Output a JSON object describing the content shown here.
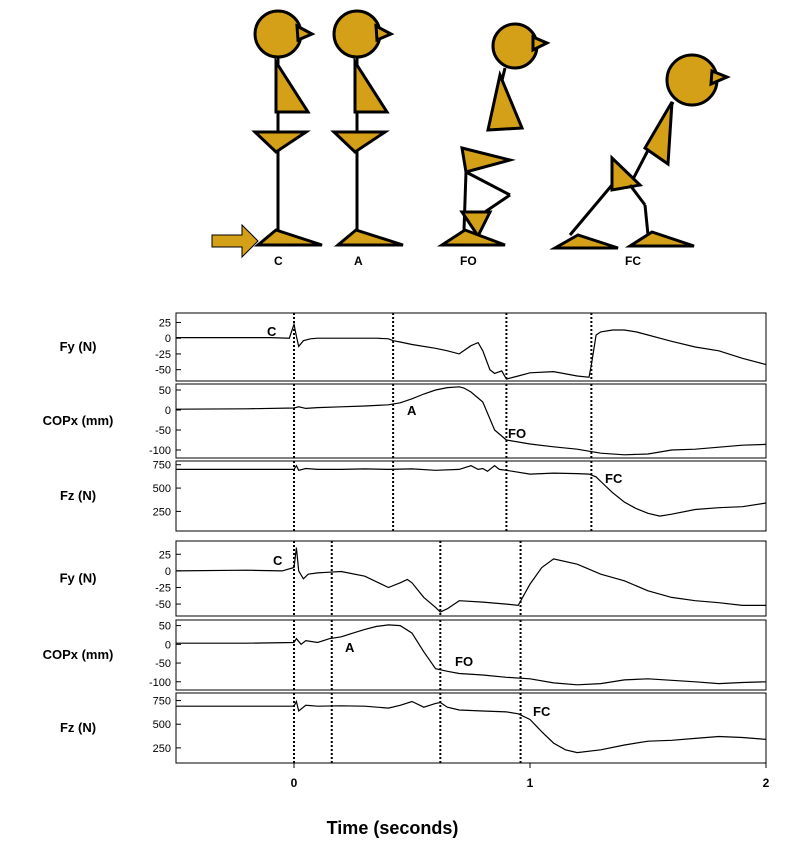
{
  "figure_labels": [
    "C",
    "A",
    "FO",
    "FC"
  ],
  "colors": {
    "figure_fill": "#d4a017",
    "line": "#000000"
  },
  "chart_data": [
    {
      "type": "line",
      "panel": "trial-1-fy",
      "ylabel": "Fy (N)",
      "yticks": [
        25,
        0,
        -25,
        -50
      ],
      "ylim": [
        -68,
        40
      ],
      "xlim": [
        -0.5,
        2.0
      ],
      "x": [
        -0.5,
        -0.3,
        -0.1,
        -0.02,
        0,
        0.01,
        0.02,
        0.04,
        0.07,
        0.1,
        0.2,
        0.3,
        0.35,
        0.4,
        0.42,
        0.45,
        0.5,
        0.6,
        0.65,
        0.7,
        0.75,
        0.78,
        0.8,
        0.83,
        0.85,
        0.88,
        0.9,
        0.95,
        1.0,
        1.1,
        1.2,
        1.25,
        1.26,
        1.28,
        1.3,
        1.35,
        1.4,
        1.45,
        1.5,
        1.55,
        1.6,
        1.7,
        1.8,
        1.9,
        2.0
      ],
      "y": [
        1,
        1,
        1,
        0,
        22,
        3,
        -13,
        -4,
        -1,
        0,
        0,
        0,
        0,
        -1,
        -4,
        -6,
        -10,
        -16,
        -20,
        -25,
        -12,
        -7,
        -20,
        -50,
        -56,
        -52,
        -65,
        -60,
        -55,
        -53,
        -60,
        -62,
        -42,
        5,
        10,
        13,
        13,
        10,
        5,
        0,
        -5,
        -14,
        -20,
        -32,
        -42
      ],
      "events": [
        {
          "label": "C",
          "x": 0.0
        },
        {
          "label": "A",
          "x": 0.42
        },
        {
          "label": "FO",
          "x": 0.9
        },
        {
          "label": "FC",
          "x": 1.26
        }
      ]
    },
    {
      "type": "line",
      "panel": "trial-1-copx",
      "ylabel": "COPx (mm)",
      "yticks": [
        50,
        0,
        -50,
        -100
      ],
      "ylim": [
        -120,
        65
      ],
      "xlim": [
        -0.5,
        2.0
      ],
      "x": [
        -0.5,
        -0.2,
        0,
        0.02,
        0.05,
        0.1,
        0.2,
        0.3,
        0.4,
        0.45,
        0.5,
        0.55,
        0.6,
        0.65,
        0.7,
        0.72,
        0.75,
        0.8,
        0.85,
        0.9,
        1.0,
        1.1,
        1.2,
        1.3,
        1.4,
        1.5,
        1.6,
        1.7,
        1.8,
        1.9,
        2.0
      ],
      "y": [
        2,
        3,
        5,
        8,
        4,
        6,
        8,
        10,
        13,
        18,
        28,
        40,
        50,
        56,
        58,
        55,
        45,
        20,
        -50,
        -75,
        -85,
        -92,
        -98,
        -108,
        -112,
        -110,
        -100,
        -98,
        -93,
        -88,
        -86
      ]
    },
    {
      "type": "line",
      "panel": "trial-1-fz",
      "ylabel": "Fz (N)",
      "yticks": [
        750,
        500,
        250
      ],
      "ylim": [
        40,
        790
      ],
      "xlim": [
        -0.5,
        2.0
      ],
      "x": [
        -0.5,
        -0.2,
        0,
        0.01,
        0.02,
        0.05,
        0.1,
        0.2,
        0.3,
        0.4,
        0.5,
        0.6,
        0.7,
        0.75,
        0.78,
        0.8,
        0.82,
        0.85,
        0.87,
        0.9,
        1.0,
        1.1,
        1.2,
        1.25,
        1.28,
        1.3,
        1.35,
        1.4,
        1.45,
        1.5,
        1.55,
        1.6,
        1.7,
        1.8,
        1.9,
        2.0
      ],
      "y": [
        700,
        700,
        700,
        740,
        690,
        710,
        700,
        700,
        705,
        700,
        705,
        690,
        700,
        740,
        700,
        710,
        680,
        740,
        700,
        690,
        650,
        660,
        655,
        650,
        620,
        570,
        450,
        350,
        280,
        230,
        200,
        220,
        270,
        290,
        300,
        340
      ]
    },
    {
      "type": "line",
      "panel": "trial-2-fy",
      "ylabel": "Fy (N)",
      "yticks": [
        25,
        0,
        -25,
        -50
      ],
      "ylim": [
        -68,
        45
      ],
      "xlim": [
        -0.5,
        2.0
      ],
      "x": [
        -0.5,
        -0.2,
        -0.05,
        0,
        0.01,
        0.02,
        0.04,
        0.06,
        0.1,
        0.15,
        0.2,
        0.3,
        0.4,
        0.45,
        0.48,
        0.5,
        0.55,
        0.6,
        0.62,
        0.65,
        0.7,
        0.8,
        0.9,
        0.95,
        1.0,
        1.05,
        1.1,
        1.2,
        1.3,
        1.4,
        1.5,
        1.6,
        1.7,
        1.8,
        1.9,
        2.0
      ],
      "y": [
        0,
        1,
        0,
        5,
        35,
        0,
        -12,
        -5,
        -3,
        -2,
        -1,
        -8,
        -25,
        -18,
        -13,
        -18,
        -40,
        -55,
        -62,
        -57,
        -45,
        -47,
        -50,
        -52,
        -20,
        5,
        18,
        10,
        -5,
        -15,
        -30,
        -40,
        -45,
        -48,
        -52,
        -52
      ]
    },
    {
      "type": "line",
      "panel": "trial-2-copx",
      "ylabel": "COPx (mm)",
      "yticks": [
        50,
        0,
        -50,
        -100
      ],
      "ylim": [
        -122,
        65
      ],
      "xlim": [
        -0.5,
        2.0
      ],
      "x": [
        -0.5,
        -0.2,
        0,
        0.01,
        0.03,
        0.05,
        0.1,
        0.15,
        0.2,
        0.25,
        0.3,
        0.35,
        0.4,
        0.45,
        0.5,
        0.55,
        0.6,
        0.65,
        0.7,
        0.8,
        0.9,
        1.0,
        1.1,
        1.2,
        1.3,
        1.4,
        1.5,
        1.6,
        1.7,
        1.8,
        1.9,
        2.0
      ],
      "y": [
        3,
        3,
        5,
        15,
        0,
        10,
        5,
        15,
        20,
        30,
        40,
        48,
        52,
        50,
        30,
        -20,
        -65,
        -72,
        -78,
        -82,
        -88,
        -92,
        -103,
        -108,
        -105,
        -95,
        -92,
        -96,
        -100,
        -105,
        -102,
        -100
      ],
      "events": [
        {
          "label": "C",
          "x": 0.0
        },
        {
          "label": "A",
          "x": 0.16
        },
        {
          "label": "FO",
          "x": 0.62
        },
        {
          "label": "FC",
          "x": 0.96
        }
      ]
    },
    {
      "type": "line",
      "panel": "trial-2-fz",
      "ylabel": "Fz (N)",
      "yticks": [
        750,
        500,
        250
      ],
      "ylim": [
        90,
        830
      ],
      "xlim": [
        -0.5,
        2.0
      ],
      "x": [
        -0.5,
        -0.2,
        0,
        0.01,
        0.02,
        0.05,
        0.1,
        0.2,
        0.3,
        0.4,
        0.45,
        0.5,
        0.55,
        0.6,
        0.62,
        0.65,
        0.7,
        0.8,
        0.9,
        0.95,
        1.0,
        1.05,
        1.1,
        1.15,
        1.2,
        1.3,
        1.4,
        1.5,
        1.6,
        1.7,
        1.8,
        1.9,
        2.0
      ],
      "y": [
        690,
        690,
        690,
        740,
        640,
        700,
        690,
        695,
        690,
        670,
        700,
        740,
        680,
        720,
        730,
        680,
        650,
        640,
        630,
        610,
        550,
        420,
        300,
        230,
        200,
        230,
        280,
        320,
        330,
        350,
        370,
        360,
        340
      ]
    }
  ],
  "x_axis": {
    "ticks": [
      0,
      1,
      2
    ],
    "label": "Time (seconds)"
  }
}
